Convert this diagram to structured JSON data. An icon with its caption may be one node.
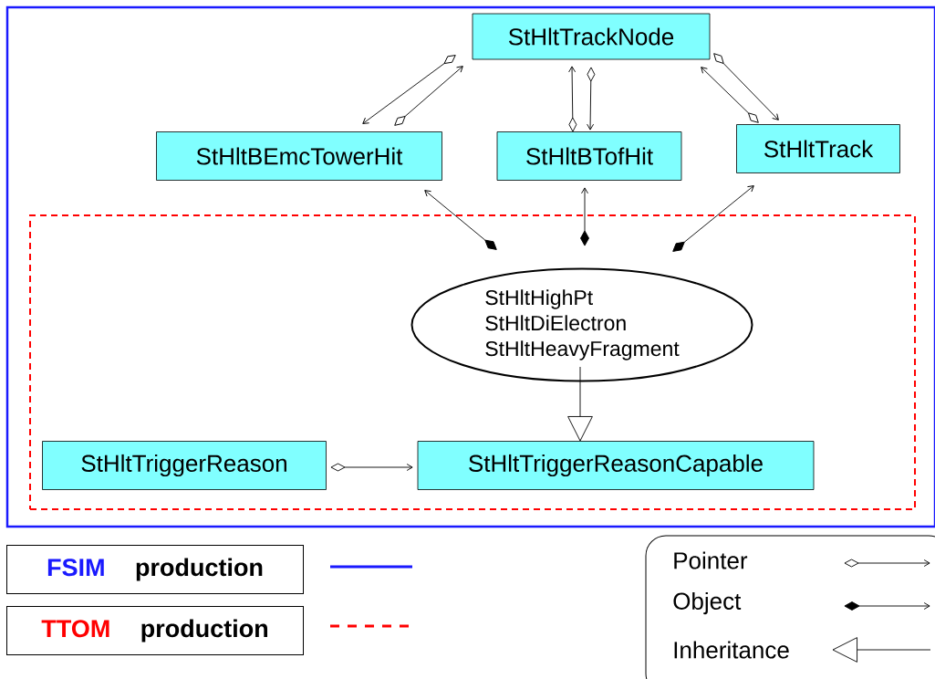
{
  "diagram": {
    "nodes": [
      {
        "text": [],
        "shape": "box"
      },
      {
        "text": [
          "StHltTrackNode"
        ],
        "in": 0
      },
      {
        "text": [
          "StHltBEmcTowerHit"
        ],
        "in": 0
      },
      {
        "text": [
          "StHltBTofHit"
        ],
        "in": 0
      },
      {
        "text": [
          "StHltTrack"
        ],
        "in": 0
      },
      {
        "text": [],
        "shape": "box",
        "in": 0
      },
      {
        "text": [
          "StHltHighPt",
          "StHltDiElectron",
          "StHltHeavyFragment"
        ],
        "in": 5
      },
      {
        "text": [
          "StHltTriggerReason"
        ],
        "in": 5
      },
      {
        "text": [
          "StHltTriggerReasonCapable"
        ],
        "in": 5
      },
      {
        "text": [
          "FSIM",
          "production"
        ]
      },
      {
        "text": [
          "TTOM",
          "production"
        ]
      }
    ],
    "edges": [
      {
        "from": 1,
        "to": 2,
        "arrow": "to"
      },
      {
        "from": 2,
        "to": 1,
        "arrow": "to"
      },
      {
        "from": 3,
        "to": 1,
        "arrow": "to"
      },
      {
        "from": 1,
        "to": 3,
        "arrow": "to"
      },
      {
        "from": 4,
        "to": 1,
        "arrow": "to"
      },
      {
        "from": 1,
        "to": 4,
        "arrow": "to"
      },
      {
        "from": 6,
        "to": 2,
        "arrow": "to"
      },
      {
        "from": 6,
        "to": 3,
        "arrow": "to"
      },
      {
        "from": 6,
        "to": 4,
        "arrow": "to"
      },
      {
        "from": 6,
        "to": 8,
        "arrow": "to"
      },
      {
        "from": 7,
        "to": 8,
        "arrow": "to"
      }
    ],
    "legend": [
      {
        "text": "Pointer"
      },
      {
        "text": "Object"
      },
      {
        "text": "Inheritance"
      }
    ]
  }
}
